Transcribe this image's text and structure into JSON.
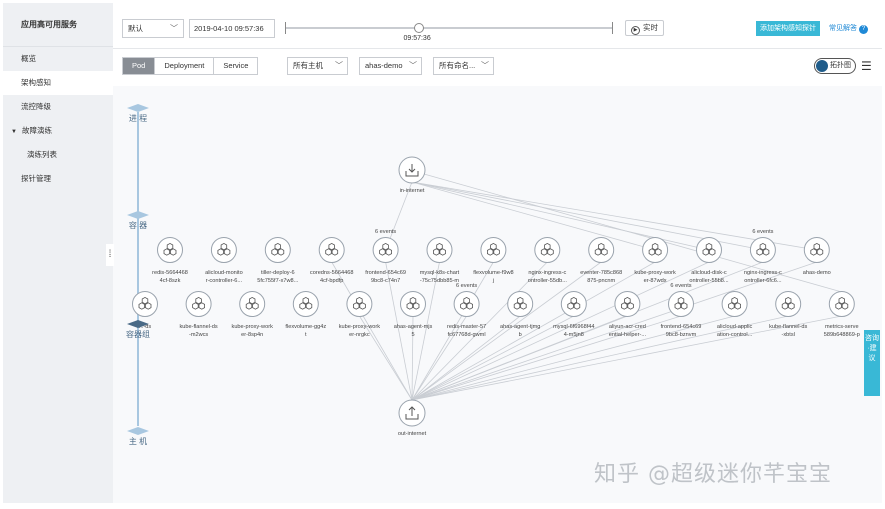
{
  "sidebar": {
    "title": "应用高可用服务",
    "items": [
      {
        "label": "概览",
        "active": false,
        "kind": "item"
      },
      {
        "label": "架构感知",
        "active": true,
        "kind": "item"
      },
      {
        "label": "流控降级",
        "active": false,
        "kind": "item"
      },
      {
        "label": "故障演练",
        "active": false,
        "kind": "group"
      },
      {
        "label": "演练列表",
        "active": false,
        "kind": "sub"
      },
      {
        "label": "探针管理",
        "active": false,
        "kind": "item"
      }
    ],
    "group_caret": "▼"
  },
  "header": {
    "region_select": "默认",
    "datetime": "2019-04-10 09:57:36",
    "slider_label": "09:57:36",
    "slider_position": 0.41,
    "live_label": "实时",
    "add_probe_button": "添加架构感知探针",
    "help_link": "常见解答",
    "help_icon": "?"
  },
  "filters": {
    "tabs": [
      {
        "label": "Pod",
        "active": true
      },
      {
        "label": "Deployment",
        "active": false
      },
      {
        "label": "Service",
        "active": false
      }
    ],
    "host_select": "所有主机",
    "namespace_select": "ahas-demo",
    "name_select": "所有命名...",
    "topology_toggle": "拓扑图"
  },
  "layers": [
    {
      "label": "进 程"
    },
    {
      "label": "容 器"
    },
    {
      "label": "容器组"
    },
    {
      "label": "主 机"
    }
  ],
  "topology": {
    "in_node": "in-internet",
    "out_node": "out-internet",
    "row1": [
      {
        "name": "redis-5664468\n4cf-8szk",
        "events": ""
      },
      {
        "name": "alicloud-monito\nr-controller-6...",
        "events": ""
      },
      {
        "name": "tiller-deploy-6\n5fc755f7-x7w8...",
        "events": ""
      },
      {
        "name": "coredns-5664468\n4cf-bpdfp",
        "events": ""
      },
      {
        "name": "frontend-654c69\n9bc8-c74n7",
        "events": "6 events"
      },
      {
        "name": "mysql-k8s-chart\n-75c75dbb85-m",
        "events": ""
      },
      {
        "name": "flexvolume-f9w8\nj",
        "events": ""
      },
      {
        "name": "nginx-ingress-c\nontroller-55db...",
        "events": ""
      },
      {
        "name": "eventer-785c868\n875-pncnm",
        "events": ""
      },
      {
        "name": "kube-proxy-work\ner-87wdx",
        "events": ""
      },
      {
        "name": "alicloud-disk-c\nontroller-55b8...",
        "events": ""
      },
      {
        "name": "nginx-ingress-c\nontroller-6fc6...",
        "events": "6 events"
      },
      {
        "name": "ahas-demo",
        "events": ""
      }
    ],
    "row2": [
      {
        "name": "...-ds",
        "events": ""
      },
      {
        "name": "kube-flannel-ds\n-m2wcs",
        "events": ""
      },
      {
        "name": "kube-proxy-work\ner-8sp4n",
        "events": ""
      },
      {
        "name": "flexvolume-gg4z\nt",
        "events": ""
      },
      {
        "name": "kube-proxy-work\ner-nrgkc",
        "events": ""
      },
      {
        "name": "ahas-agent-mjs\n5",
        "events": ""
      },
      {
        "name": "redis-master-57\nfc67768d-gwml",
        "events": "6 events"
      },
      {
        "name": "ahas-agent-tjmg\nb",
        "events": ""
      },
      {
        "name": "mysql-6f6968f44\n4-m5jn8",
        "events": ""
      },
      {
        "name": "aliyun-acr-cred\nential-helper-...",
        "events": ""
      },
      {
        "name": "frontend-654c69\n9bc8-bznvm",
        "events": "6 events"
      },
      {
        "name": "alicloud-applic\nation-control...",
        "events": ""
      },
      {
        "name": "kube-flannel-ds\n-xbtsl",
        "events": ""
      },
      {
        "name": "metrics-serve\n589b648869-p",
        "events": ""
      }
    ]
  },
  "feedback": "咨询·建议",
  "watermark": "知乎 @超级迷你芊宝宝",
  "colors": {
    "accent": "#39b8d6",
    "link": "#1f89d6",
    "node_stroke": "#9aa3ad",
    "edge": "#c9cdd3",
    "layer": "#a8c7e0"
  }
}
